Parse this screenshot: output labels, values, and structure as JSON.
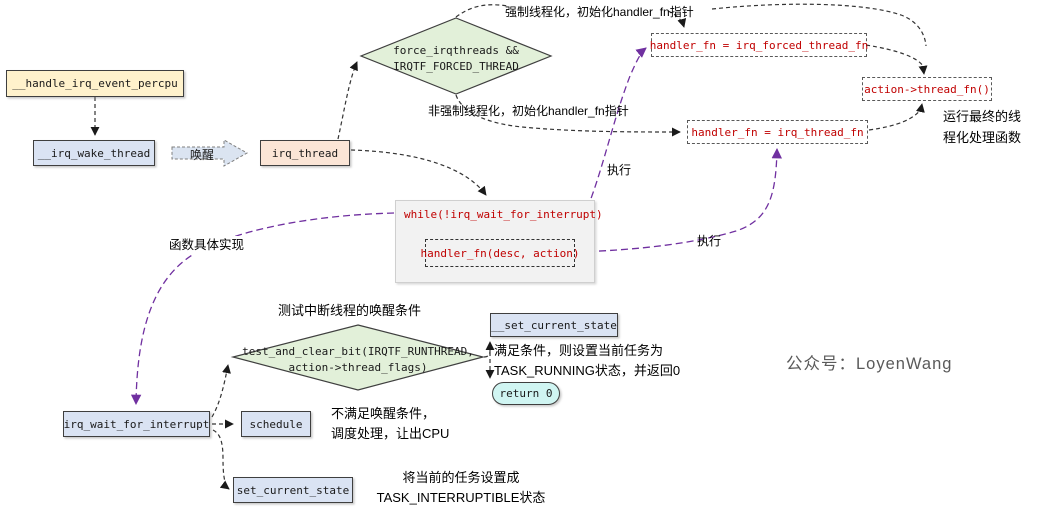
{
  "diagram": {
    "nodes": {
      "handle_irq_event_percpu": "__handle_irq_event_percpu",
      "irq_wake_thread": "__irq_wake_thread",
      "wake_label": "唤醒",
      "irq_thread": "irq_thread",
      "force_diamond": "force_irqthreads &&\nIRQTF_FORCED_THREAD",
      "handler_forced": "handler_fn = irq_forced_thread_fn",
      "action_thread_fn": "action->thread_fn()",
      "handler_thread": "handler_fn = irq_thread_fn",
      "while_loop": "while(!irq_wait_for_interrupt)",
      "handler_call": "handler_fn(desc, action)",
      "test_diamond": "test_and_clear_bit(IRQTF_RUNTHREAD,\naction->thread_flags)",
      "set_current_state_inner": "__set_current_state",
      "return_zero": "return 0",
      "irq_wait_for_interrupt": "irq_wait_for_interrupt",
      "schedule": "schedule",
      "set_current_state": "set_current_state"
    },
    "annotations": {
      "forced_path": "强制线程化，初始化handler_fn指针",
      "non_forced_path": "非强制线程化，初始化handler_fn指针",
      "run_final": "运行最终的线\n程化处理函数",
      "exec_1": "执行",
      "exec_2": "执行",
      "impl": "函数具体实现",
      "test_wake": "测试中断线程的唤醒条件",
      "satisfied": "满足条件，则设置当前任务为\nTASK_RUNNING状态，并返回0",
      "not_satisfied": "不满足唤醒条件，\n调度处理，让出CPU",
      "set_task": "将当前的任务设置成\nTASK_INTERRUPTIBLE状态"
    },
    "watermark": "公众号：LoyenWang",
    "colors": {
      "process_box": "#DAE3F3",
      "entry_box": "#FFF2CC",
      "thread_box": "#FBE5D6",
      "decision_fill": "#E2F0D9",
      "return_pill": "#D0F5F2",
      "loop_bg": "#F2F2F2",
      "code_red": "#C00000",
      "exec_purple": "#7030A0"
    }
  }
}
